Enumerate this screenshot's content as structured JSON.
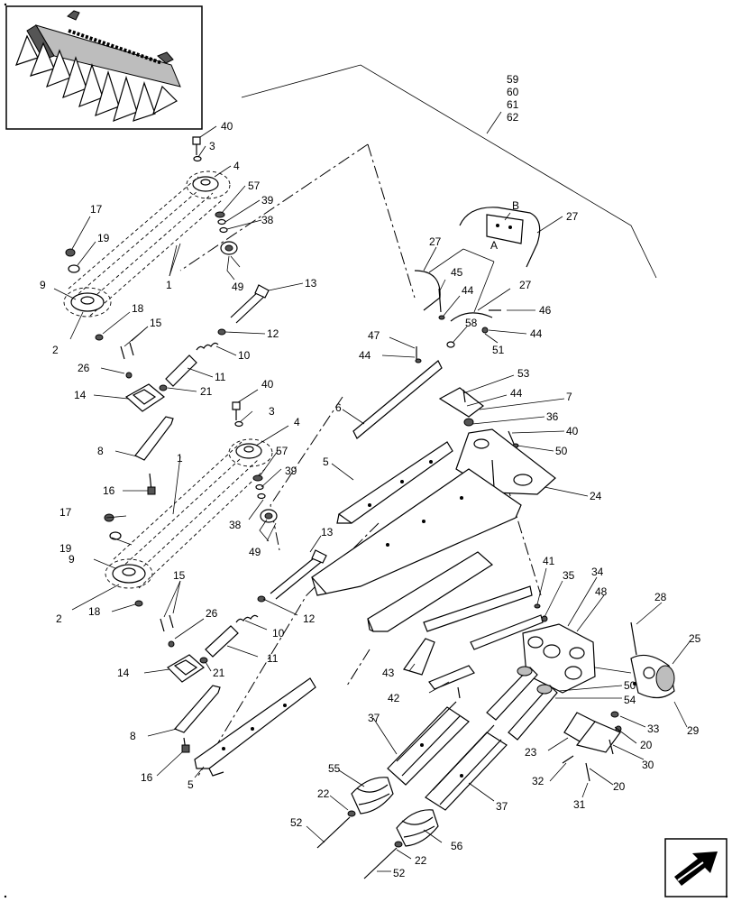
{
  "callouts": {
    "group_59_62": [
      "59",
      "60",
      "61",
      "62"
    ],
    "top_section": {
      "n40a": "40",
      "n3a": "3",
      "n4a": "4",
      "n57a": "57",
      "n39a": "39",
      "n38a": "38",
      "n49a": "49",
      "n17a": "17",
      "n19a": "19",
      "n9a": "9",
      "n1a": "1",
      "n2a": "2",
      "n18a": "18",
      "n15a": "15",
      "n13a": "13",
      "n12a": "12",
      "n10a": "10",
      "n11a": "11",
      "n21a": "21",
      "n26a": "26",
      "n14a": "14",
      "n8a": "8",
      "n16a": "16"
    },
    "bottom_section": {
      "n40b": "40",
      "n3b": "3",
      "n4b": "4",
      "n57b": "57",
      "n39b": "39",
      "n38b": "38",
      "n49b": "49",
      "n1b": "1",
      "n17b": "17",
      "n19b": "19",
      "n9b": "9",
      "n2b": "2",
      "n18b": "18",
      "n13b": "13",
      "n12b": "12",
      "n15b": "15",
      "n26b": "26",
      "n10b": "10",
      "n11b": "11",
      "n21b": "21",
      "n14b": "14",
      "n8b": "8",
      "n16b": "16",
      "n5b": "5"
    },
    "frame_section": {
      "nB": "B",
      "nA": "A",
      "n27a": "27",
      "n27b": "27",
      "n27c": "27",
      "n45": "45",
      "n44a": "44",
      "n46": "46",
      "n58": "58",
      "n44b": "44",
      "n51": "51",
      "n47": "47",
      "n44c": "44",
      "n53": "53",
      "n44d": "44",
      "n7": "7",
      "n6": "6",
      "n36": "36",
      "n40c": "40",
      "n50a": "50",
      "n5a": "5",
      "n24": "24"
    },
    "drive_section": {
      "n41": "41",
      "n35": "35",
      "n34": "34",
      "n48": "48",
      "n28": "28",
      "n25": "25",
      "n43": "43",
      "n42": "42",
      "n50b": "50",
      "n54": "54",
      "n33": "33",
      "n29": "29",
      "n37a": "37",
      "n23": "23",
      "n20a": "20",
      "n30": "30",
      "n32": "32",
      "n20b": "20",
      "n31": "31",
      "n55": "55",
      "n22a": "22",
      "n37b": "37",
      "n52a": "52",
      "n56": "56",
      "n22b": "22",
      "n52b": "52"
    }
  }
}
